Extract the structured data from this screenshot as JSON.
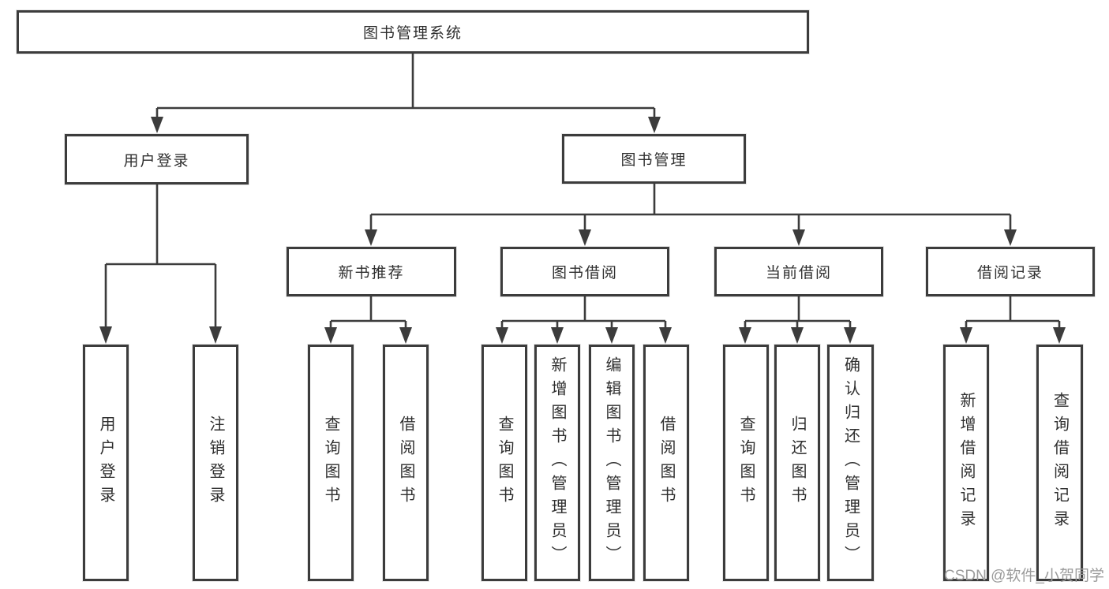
{
  "diagram_title": "图书管理系统",
  "tree": {
    "root": {
      "label": "图书管理系统"
    },
    "branches": [
      {
        "label": "用户登录",
        "children": [
          {
            "label": "用户登录"
          },
          {
            "label": "注销登录"
          }
        ]
      },
      {
        "label": "图书管理",
        "children": [
          {
            "label": "新书推荐",
            "children": [
              {
                "label": "查询图书"
              },
              {
                "label": "借阅图书"
              }
            ]
          },
          {
            "label": "图书借阅",
            "children": [
              {
                "label": "查询图书"
              },
              {
                "label": "新增图书（管理员）"
              },
              {
                "label": "编辑图书（管理员）"
              },
              {
                "label": "借阅图书"
              }
            ]
          },
          {
            "label": "当前借阅",
            "children": [
              {
                "label": "查询图书"
              },
              {
                "label": "归还图书"
              },
              {
                "label": "确认归还（管理员）"
              }
            ]
          },
          {
            "label": "借阅记录",
            "children": [
              {
                "label": "新增借阅记录"
              },
              {
                "label": "查询借阅记录"
              }
            ]
          }
        ]
      }
    ]
  },
  "watermark": {
    "text": "CSDN @软件_小贺同学",
    "color": "#9b9b9b"
  },
  "colors": {
    "line": "#3c3c3c",
    "box_border": "#3c3c3c",
    "text": "#2f2f2f",
    "background": "#ffffff"
  }
}
